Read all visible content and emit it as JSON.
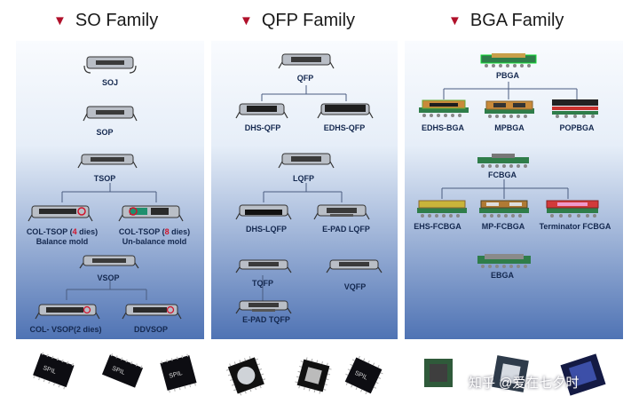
{
  "headers": {
    "so": {
      "arrow": "▼",
      "label": "SO Family"
    },
    "qfp": {
      "arrow": "▼",
      "label": "QFP Family"
    },
    "bga": {
      "arrow": "▼",
      "label": "BGA Family"
    }
  },
  "so": {
    "soj": "SOJ",
    "sop": "SOP",
    "tsop": "TSOP",
    "col_tsop4": {
      "prefix": "COL-TSOP (",
      "count": "4",
      "suffix": " dies)",
      "sub": "Balance mold"
    },
    "col_tsop8": {
      "prefix": "COL-TSOP (",
      "count": "8",
      "suffix": " dies)",
      "sub": "Un-balance mold"
    },
    "vsop": "VSOP",
    "col_vsop": "COL- VSOP(2 dies)",
    "ddvsop": "DDVSOP"
  },
  "qfp": {
    "qfp": "QFP",
    "dhs_qfp": "DHS-QFP",
    "edhs_qfp": "EDHS-QFP",
    "lqfp": "LQFP",
    "dhs_lqfp": "DHS-LQFP",
    "epad_lqfp": "E-PAD LQFP",
    "tqfp": "TQFP",
    "vqfp": "VQFP",
    "epad_tqfp": "E-PAD TQFP"
  },
  "bga": {
    "pbga": "PBGA",
    "edhs_bga": "EDHS-BGA",
    "mpbga": "MPBGA",
    "popbga": "POPBGA",
    "fcbga": "FCBGA",
    "ehs_fcbga": "EHS-FCBGA",
    "mp_fcbga": "MP-FCBGA",
    "terminator_fcbga": "Terminator FCBGA",
    "ebga": "EBGA"
  },
  "photos": {
    "marking": "SPIL"
  },
  "watermark": "知乎 @爱在七夕时",
  "colors": {
    "accent": "#b0102a",
    "label": "#14284f",
    "highlight": "#d0142c"
  }
}
